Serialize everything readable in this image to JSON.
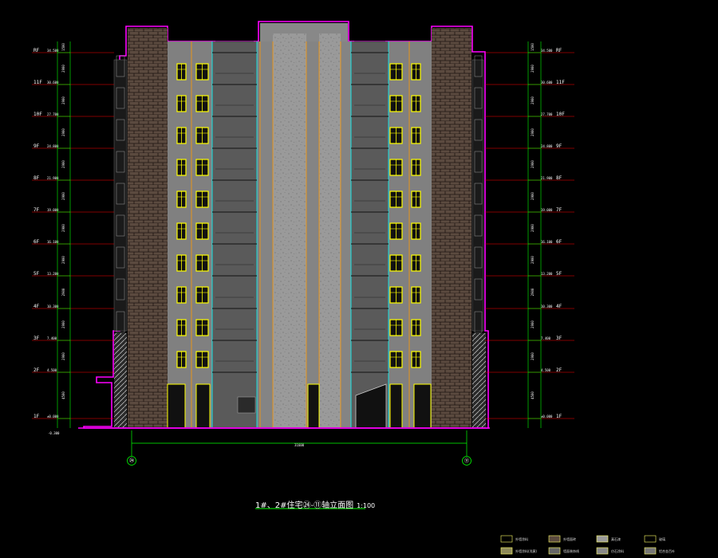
{
  "drawing": {
    "title": "1#、2#住宅㉔-⑪轴立面图",
    "scale": "1:100"
  },
  "levels": [
    {
      "label": "1F",
      "elev": "±0.000",
      "dim": "4500"
    },
    {
      "label": "2F",
      "elev": "4.500",
      "dim": "2900"
    },
    {
      "label": "3F",
      "elev": "7.400",
      "dim": "2900"
    },
    {
      "label": "4F",
      "elev": "10.300",
      "dim": "2900"
    },
    {
      "label": "5F",
      "elev": "13.200",
      "dim": "2900"
    },
    {
      "label": "6F",
      "elev": "16.100",
      "dim": "2900"
    },
    {
      "label": "7F",
      "elev": "19.000",
      "dim": "2900"
    },
    {
      "label": "8F",
      "elev": "21.900",
      "dim": "2900"
    },
    {
      "label": "9F",
      "elev": "24.800",
      "dim": "2900"
    },
    {
      "label": "10F",
      "elev": "27.700",
      "dim": "2900"
    },
    {
      "label": "11F",
      "elev": "30.600",
      "dim": "2900"
    },
    {
      "label": "RF",
      "elev": "34.500",
      "dim": "1500"
    }
  ],
  "ground_label": "-0.300",
  "grid_axes": {
    "left": "㉔",
    "right": "⑪"
  },
  "overall_dimension": "31600",
  "legend": {
    "items": [
      {
        "label": "外墙涂料",
        "swatch": "#000000"
      },
      {
        "label": "外墙面砖",
        "swatch": "#5b4a3f"
      },
      {
        "label": "真石漆",
        "swatch": "#9a9a9a"
      },
      {
        "label": "玻璃",
        "swatch": "#000000"
      },
      {
        "label": "外墙涂料(浅黄)",
        "swatch": "#8e8a5a"
      },
      {
        "label": "墙面装饰线",
        "swatch": "#666666"
      },
      {
        "label": "仿石涂料",
        "swatch": "#888888"
      },
      {
        "label": "铝合金百叶",
        "swatch": "#777777"
      }
    ]
  },
  "colors": {
    "outline": "#ff00ff",
    "level_line": "#ff0000",
    "dim_line": "#00ff00",
    "brick": "#5b4a3f",
    "stone": "#9a9a9a",
    "wall": "#808080",
    "window": "#ffff00",
    "cyan": "#00ffff",
    "orange": "#ff9900"
  }
}
